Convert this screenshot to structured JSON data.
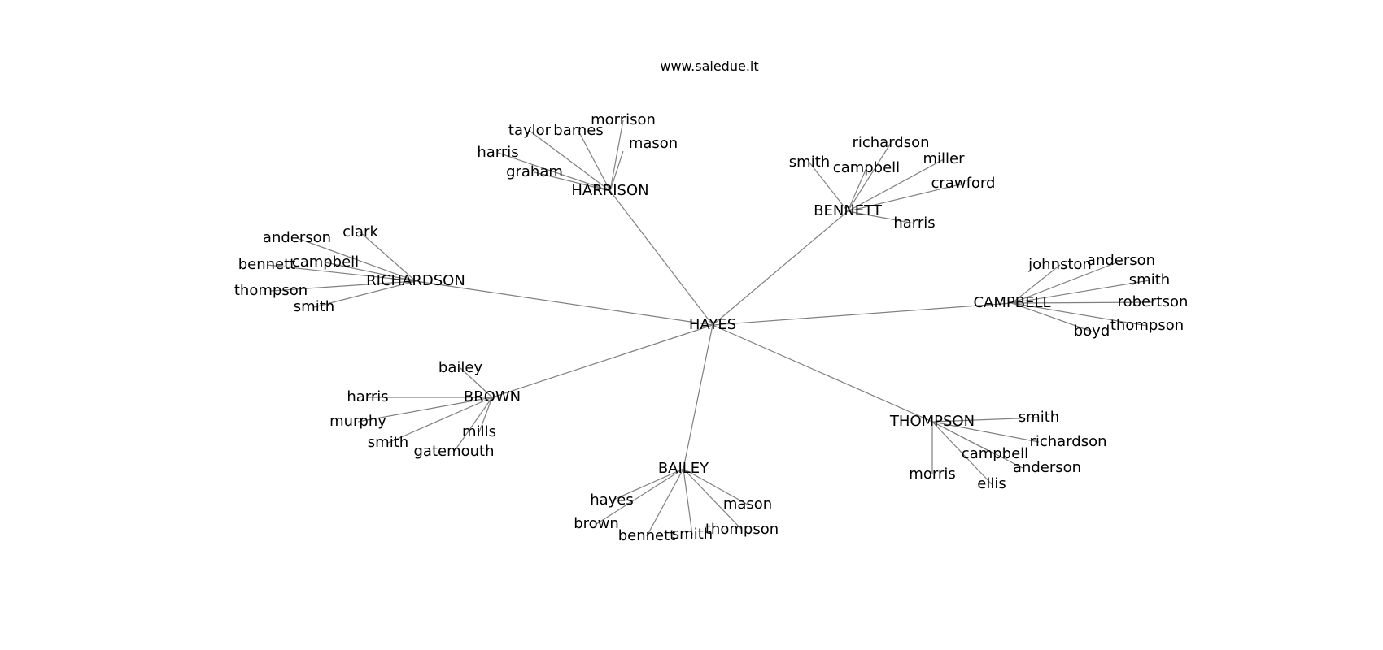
{
  "site_title": "www.saiedue.it",
  "edge_color": "#808080",
  "root": "HAYES",
  "families": [
    {
      "name": "HARRISON",
      "members": [
        "taylor",
        "barnes",
        "morrison",
        "mason",
        "harris",
        "graham"
      ]
    },
    {
      "name": "BENNETT",
      "members": [
        "smith",
        "richardson",
        "campbell",
        "miller",
        "crawford",
        "harris"
      ]
    },
    {
      "name": "RICHARDSON",
      "members": [
        "clark",
        "anderson",
        "bennett",
        "campbell",
        "thompson",
        "smith"
      ]
    },
    {
      "name": "CAMPBELL",
      "members": [
        "johnston",
        "anderson",
        "smith",
        "robertson",
        "thompson",
        "boyd"
      ]
    },
    {
      "name": "BROWN",
      "members": [
        "bailey",
        "harris",
        "murphy",
        "smith",
        "mills",
        "gatemouth"
      ]
    },
    {
      "name": "THOMPSON",
      "members": [
        "smith",
        "richardson",
        "campbell",
        "anderson",
        "ellis",
        "morris"
      ]
    },
    {
      "name": "BAILEY",
      "members": [
        "hayes",
        "brown",
        "bennett",
        "smith",
        "thompson",
        "mason"
      ]
    }
  ]
}
